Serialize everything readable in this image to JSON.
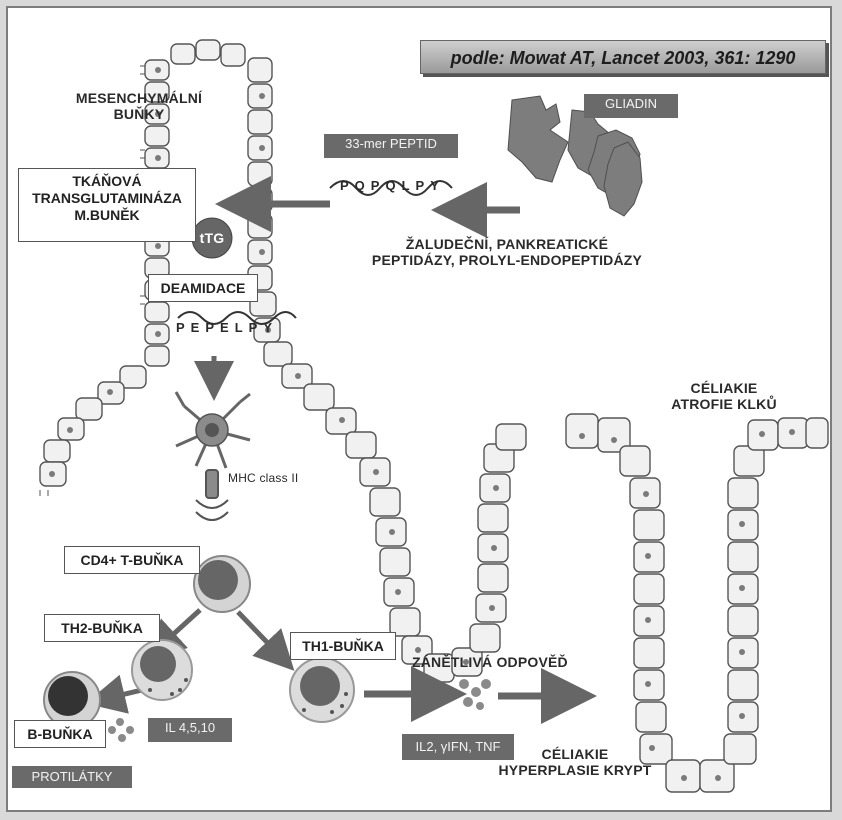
{
  "source": "podle: Mowat AT, Lancet 2003, 361: 1290",
  "gliadin": "GLIADIN",
  "peptide": "33-mer PEPTID",
  "peptidases": {
    "line1": "ŽALUDEČNÍ, PANKREATICKÉ",
    "line2": "PEPTIDÁZY, PROLYL-ENDOPEPTIDÁZY"
  },
  "mesenchymal": {
    "line1": "MESENCHYMÁLNÍ",
    "line2": "BUŇKY"
  },
  "transglutaminase": {
    "line1": "TKÁŇOVÁ",
    "line2": "TRANSGLUTAMINÁZA",
    "line3": "M.BUNĚK"
  },
  "ttg": "tTG",
  "deamidation": "DEAMIDACE",
  "mhc": "MHC class II",
  "cd4": "CD4+ T-BUŇKA",
  "th2": "TH2-BUŇKA",
  "th1": "TH1-BUŇKA",
  "b_cell": "B-BUŇKA",
  "antibodies": "PROTILÁTKY",
  "il_th2": "IL 4,5,10",
  "il_th1": "IL2, γIFN, TNF",
  "inflammatory": "ZÁNĚTLIVÁ ODPOVĚĎ",
  "celiac_atrophy": {
    "line1": "CÉLIAKIE",
    "line2": "ATROFIE KLKŮ"
  },
  "celiac_hyperplasia": {
    "line1": "CÉLIAKIE",
    "line2": "HYPERPLASIE KRYPT"
  },
  "peptide_letters_top": [
    "P",
    "Q",
    "P",
    "Q",
    "L",
    "P",
    "Y"
  ],
  "peptide_letters_bottom": [
    "P",
    "E",
    "P",
    "E",
    "L",
    "P",
    "Y"
  ]
}
